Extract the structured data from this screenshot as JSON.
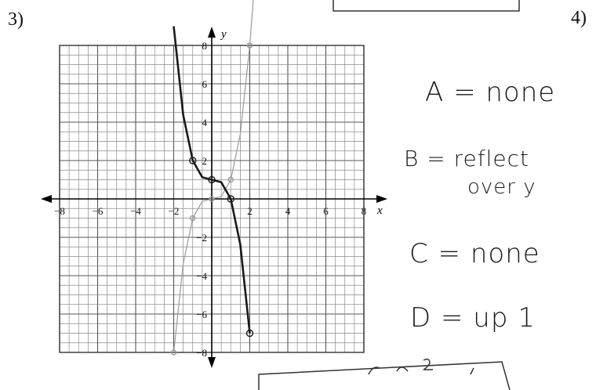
{
  "problems": {
    "left": "3)",
    "right": "4)"
  },
  "graph": {
    "axis_labels": {
      "x": "x",
      "y": "y"
    },
    "x_ticks": [
      "−8",
      "−6",
      "−4",
      "−2",
      "2",
      "4",
      "6",
      "8"
    ],
    "y_ticks": [
      "8",
      "6",
      "4",
      "2",
      "−2",
      "−4",
      "−6",
      "−8"
    ],
    "xlim": [
      -8,
      8
    ],
    "ylim": [
      -8,
      8
    ],
    "grid": true
  },
  "notes": {
    "a": "A = none",
    "b_line1": "B = reflect",
    "b_line2": "over y",
    "c": "C = none",
    "d": "D = up 1"
  },
  "chart_data": {
    "type": "line",
    "xlabel": "x",
    "ylabel": "y",
    "xlim": [
      -8,
      8
    ],
    "ylim": [
      -8,
      8
    ],
    "grid": true,
    "series": [
      {
        "x": [
          -2,
          -1.5,
          -1,
          -0.5,
          0,
          0.5,
          1,
          1.5,
          2,
          2.2
        ],
        "y": [
          -8,
          -3.375,
          -1,
          -0.125,
          0,
          0.125,
          1,
          3.375,
          8,
          10.6
        ]
      },
      {
        "x": [
          -2,
          -1.5,
          -1,
          -0.5,
          0,
          0.5,
          1,
          1.5,
          2
        ],
        "y": [
          9,
          4.375,
          2,
          1.125,
          1,
          0.875,
          0,
          -2.375,
          -7
        ]
      }
    ],
    "colors": [
      "#9a9a9a",
      "#1a1a1a"
    ]
  }
}
